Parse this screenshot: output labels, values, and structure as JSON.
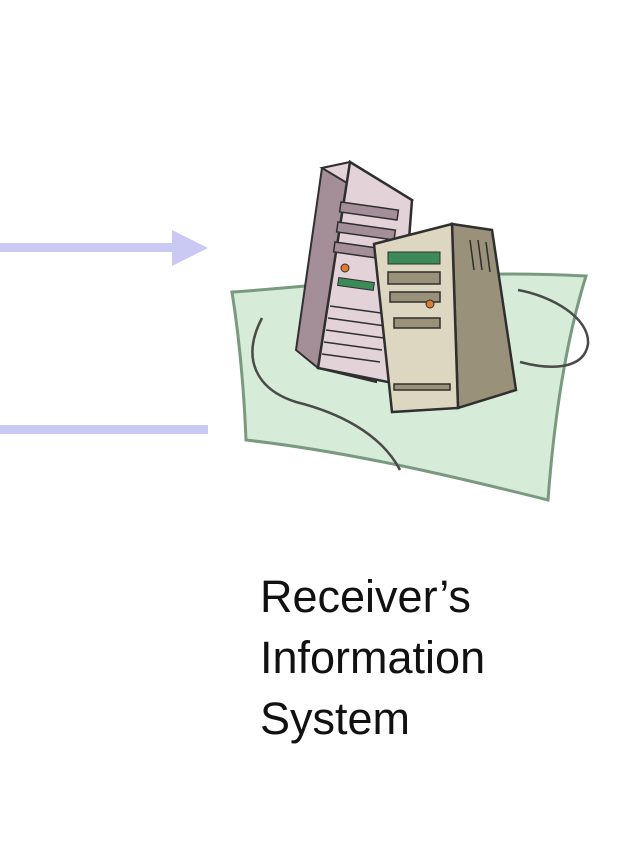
{
  "colors": {
    "arrow": "#c9c9f4",
    "mat_fill": "#d7ecd8",
    "mat_stroke": "#7a9a80",
    "cable": "#4a4a4a",
    "tower_left_body": "#e4d2d9",
    "tower_left_side": "#a48f98",
    "tower_right_body": "#ddd6c0",
    "tower_right_side": "#9a917a",
    "outline": "#2f2f2f",
    "panel_accent_green": "#3c8a58",
    "panel_accent_orange": "#e07a2f",
    "caption_text": "#111111"
  },
  "icons": {
    "computer": "server-computers-icon"
  },
  "caption": {
    "lines": [
      "Receiver’s",
      "Information",
      "System"
    ]
  }
}
